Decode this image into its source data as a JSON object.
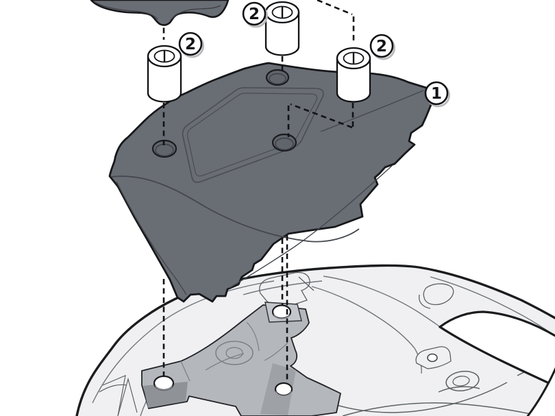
{
  "figure": {
    "type": "exploded-assembly-diagram",
    "description": "Top case mounting plate kit exploded above a scooter rear body with fitting bracket",
    "background": "#ffffff"
  },
  "callouts": [
    {
      "label": "2",
      "part": "spacer-bushing-left"
    },
    {
      "label": "2",
      "part": "spacer-bushing-middle"
    },
    {
      "label": "2",
      "part": "spacer-bushing-right"
    },
    {
      "label": "1",
      "part": "mounting-plate"
    }
  ],
  "parts": {
    "mounting_plate": {
      "item_no": "1",
      "hole_count": 3,
      "color": "#696d74"
    },
    "spacer_bushings": {
      "item_no": "2",
      "count": 3,
      "color": "#ffffff"
    },
    "upper_component": {
      "color": "#696d74"
    },
    "rear_bracket": {
      "hole_count": 3,
      "color": "#b4b7bc"
    },
    "vehicle_body": {
      "color": "#f0f0f2"
    }
  },
  "colors": {
    "outline": "#17181b",
    "plate": "#696d74",
    "plate_detail": "#44474d",
    "body": "#f0f0f2",
    "body_line": "#5c6064",
    "bracket": "#b4b7bc",
    "bracket_shade": "#8f9297",
    "dash": "#121316",
    "callout_shadow": "#b9babc"
  }
}
